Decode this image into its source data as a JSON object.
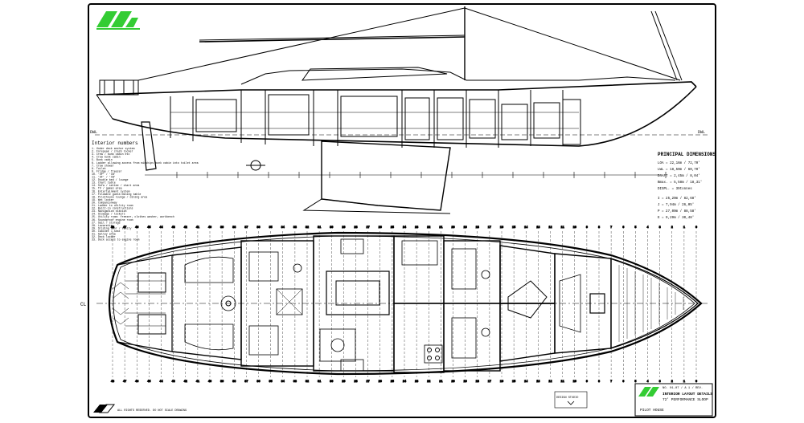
{
  "drawing": {
    "interior_numbers_heading": "Interior numbers",
    "interior_numbers": [
      "1. Under deck anchor system",
      "2. Forepeak / crash locker",
      "3. Crew / bunk cabin etc",
      "4. Crew bunk cabin",
      "5. Bunk cabin",
      "6. Ladder allowing access from midships bunk cabin into toilet area",
      "7. Crew shower",
      "8. Toilet",
      "9. Fridge / freezer",
      "10. 'OP' / 'CB'",
      "11. 'SF' / 'CB'",
      "12. Double bed / lounge",
      "13. Chart table",
      "14. Sofa / settee / chart area",
      "15. TV / games area",
      "16. Entertainment system",
      "17. Foldable guest/dining table",
      "18. Pilothouse lounge / dining area",
      "19. Wet locker",
      "20. Companionway",
      "21. Ladder to utility room",
      "22. Built-in constructions",
      "23. Navigation station",
      "24. Stowage / lockers",
      "25. Utility room: freezer, clothes washer, workbench",
      "26. Soundproof engine room",
      "27. Sail / storage",
      "28. Lazarette",
      "29. Sliding door / vanity",
      "30. Cabinet / seat",
      "31. Galley area",
      "32. Deck locker",
      "33. Deck access to engine room"
    ],
    "principal_dimensions": {
      "heading": "PRINCIPAL DIMENSIONS",
      "rows": [
        "LOA  = 22,16m / 72,70'",
        "LWL  = 18,50m / 60,70'",
        "DRAFT = 2,45m / 8,04'",
        "Bmax. = 5,58m / 18,31'",
        "DISPL. = 39tonnes",
        "I  = 25,20m / 82,68'",
        "J  = 7,94m / 26,05'",
        "P  = 27,00m / 88,58'",
        "E  = 9,29m / 30,48'"
      ]
    },
    "station_labels": [
      "48",
      "47",
      "46",
      "45",
      "44",
      "43",
      "42",
      "41",
      "40",
      "39",
      "38",
      "37",
      "36",
      "35",
      "34",
      "33",
      "32",
      "31",
      "30",
      "29",
      "28",
      "27",
      "26",
      "25",
      "24",
      "23",
      "22",
      "21",
      "20",
      "19",
      "18",
      "17",
      "16",
      "15",
      "14",
      "13",
      "12",
      "11",
      "10",
      "9",
      "8",
      "7",
      "6",
      "5",
      "4",
      "3",
      "2",
      "1",
      "0"
    ],
    "title_block": {
      "line1": "INTERIOR LAYOUT DETAILS",
      "line2": "72' PERFORMANCE SLOOP",
      "line3": "PILOT HOUSE",
      "small_right": "NO. 01-07 / A 1 / REV.",
      "studio": "DESIGN STUDIO"
    },
    "bottom_note": "ALL RIGHTS RESERVED. DO NOT SCALE DRAWING",
    "colors": {
      "ink": "#000000",
      "brand_green": "#33cc33",
      "paper": "#ffffff"
    }
  }
}
